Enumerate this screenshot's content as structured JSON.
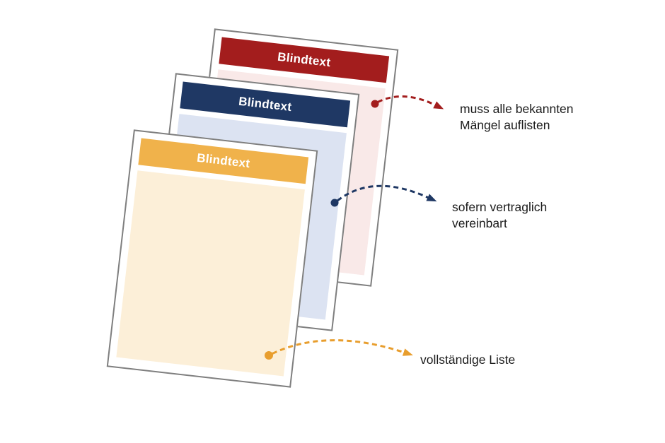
{
  "diagram": {
    "type": "stacked-documents-with-annotations",
    "language": "de"
  },
  "cards": [
    {
      "name": "back-card",
      "header": "Blindtext",
      "header_color": "#A31D1D",
      "body_color": "#F9E9E8"
    },
    {
      "name": "middle-card",
      "header": "Blindtext",
      "header_color": "#1F3864",
      "body_color": "#DCE3F2"
    },
    {
      "name": "front-card",
      "header": "Blindtext",
      "header_color": "#F0B24B",
      "body_color": "#FCEFD8"
    }
  ],
  "annotations": [
    {
      "target": "back-card",
      "lines": [
        "muss alle bekannten",
        "Mängel auflisten"
      ],
      "color": "#A31D1D"
    },
    {
      "target": "middle-card",
      "lines": [
        "sofern vertraglich",
        "vereinbart"
      ],
      "color": "#1F3864"
    },
    {
      "target": "front-card",
      "lines": [
        "vollständige Liste"
      ],
      "color": "#E89E2E"
    }
  ],
  "colors": {
    "background": "#FFFFFF",
    "card_fill": "#FFFFFF",
    "card_border": "#7F7F7F",
    "header_text": "#FFFFFF",
    "label_text": "#1B1B1B"
  }
}
